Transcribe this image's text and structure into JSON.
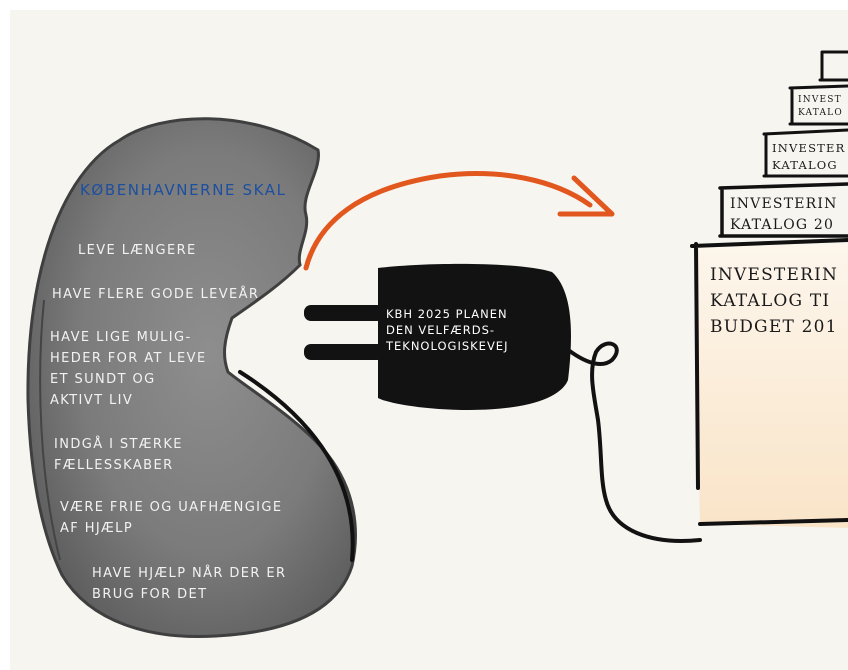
{
  "colors": {
    "background": "#f6f5f0",
    "blob": "#7f7f7f",
    "blob_edge": "#3f3f3f",
    "heading_blue": "#1d4fa0",
    "arrow_orange": "#e2571e",
    "plug_black": "#121212",
    "book_fill": "#fbeede"
  },
  "diagram": {
    "heading": "KØBENHAVNERNE SKAL",
    "items": [
      "LEVE LÆNGERE",
      "HAVE FLERE GODE LEVEÅR",
      "HAVE LIGE MULIG-\nHEDER FOR AT LEVE\nET SUNDT OG\nAKTIVT LIV",
      "INDGÅ I STÆRKE\nFÆLLESSKABER",
      "VÆRE FRIE OG UAFHÆNGIGE\nAF HJÆLP",
      "HAVE HJÆLP NÅR DER ER\nBRUG FOR DET"
    ],
    "plug_text": "KBH 2025 PLANEN\nDEN VELFÆRDS-\nTEKNOLOGISKEVEJ",
    "catalogs": [
      "INVESTERIN\nKATALOG TI\nBUDGET 201",
      "INVESTERIN\nKATALOG 20",
      "INVESTER\nKATALOG",
      "INVEST\nKATALO"
    ]
  }
}
